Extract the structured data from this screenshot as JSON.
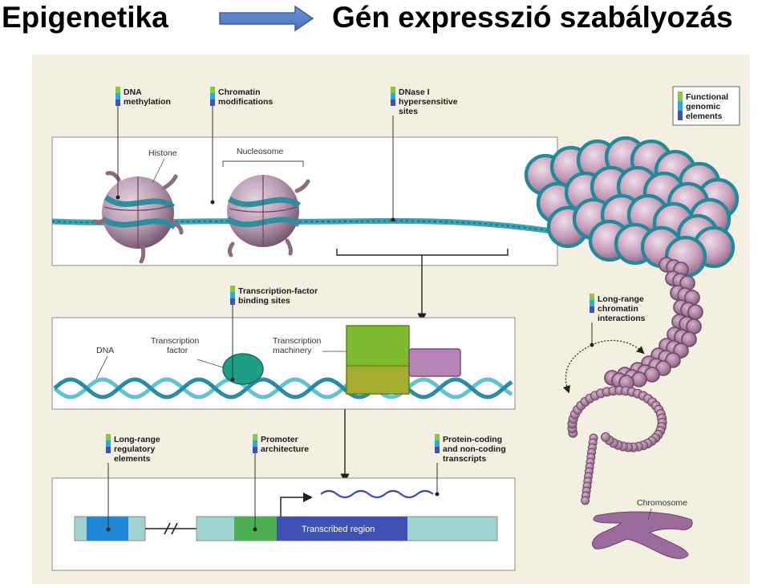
{
  "header": {
    "left_title": "Epigenetika",
    "right_title": "Gén expresszió szabályozás",
    "arrow_icon": "right-arrow-icon"
  },
  "diagram": {
    "legend": {
      "title_lines": [
        "Functional",
        "genomic",
        "elements"
      ],
      "colors": [
        "#8dc63f",
        "#27aae1",
        "#3f51b5"
      ]
    },
    "top_panel": {
      "labels": {
        "histone": "Histone",
        "nucleosome": "Nucleosome"
      },
      "callouts": {
        "dna_methylation": [
          "DNA",
          "methylation"
        ],
        "chromatin_modifications": [
          "Chromatin",
          "modifications"
        ],
        "dnase_sites": [
          "DNase I",
          "hypersensitive",
          "sites"
        ]
      }
    },
    "middle_panel": {
      "labels": {
        "dna": "DNA",
        "transcription_factor": [
          "Transcription",
          "factor"
        ],
        "transcription_machinery": [
          "Transcription",
          "machinery"
        ]
      },
      "callouts": {
        "tf_binding_sites": [
          "Transcription-factor",
          "binding sites"
        ]
      }
    },
    "bottom_panel": {
      "labels": {
        "transcribed_region": "Transcribed region"
      },
      "callouts": {
        "long_range_regulatory": [
          "Long-range",
          "regulatory",
          "elements"
        ],
        "promoter_architecture": [
          "Promoter",
          "architecture"
        ],
        "transcripts": [
          "Protein-coding",
          "and non-coding",
          "transcripts"
        ]
      }
    },
    "right_side": {
      "callouts": {
        "long_range_interactions": [
          "Long-range",
          "chromatin",
          "interactions"
        ]
      },
      "labels": {
        "chromosome": "Chromosome"
      }
    }
  }
}
